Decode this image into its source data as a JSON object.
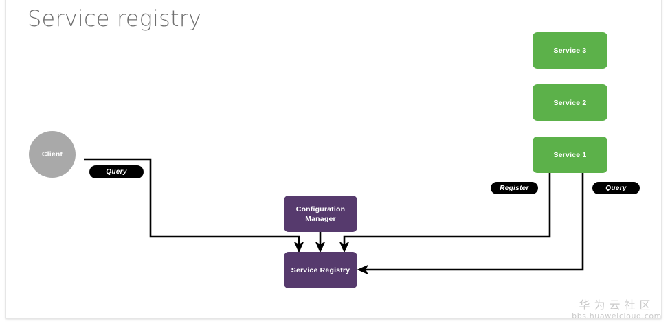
{
  "page": {
    "title": "Service registry",
    "background": "#ffffff",
    "card_border": "#e6e6e6"
  },
  "colors": {
    "service_green": "#5cb14a",
    "registry_purple": "#563a6d",
    "client_gray": "#a9a9a9",
    "edge_black": "#000000",
    "label_pill": "#000000",
    "title_gray": "#6f6f6f",
    "watermark_gray": "#c9c9c9"
  },
  "nodes": {
    "client": {
      "label": "Client",
      "shape": "circle"
    },
    "service1": {
      "label": "Service 1",
      "shape": "rounded-rect"
    },
    "service2": {
      "label": "Service 2",
      "shape": "rounded-rect"
    },
    "service3": {
      "label": "Service 3",
      "shape": "rounded-rect"
    },
    "config_manager": {
      "label": "Configuration\nManager",
      "line1": "Configuration",
      "line2": "Manager",
      "shape": "rounded-rect"
    },
    "service_registry": {
      "label": "Service Registry",
      "shape": "rounded-rect"
    }
  },
  "edge_labels": {
    "client_query": "Query",
    "service1_register": "Register",
    "service1_query": "Query"
  },
  "edges": [
    {
      "from": "client",
      "to": "service_registry",
      "label": "Query",
      "arrow": "down-into-registry-left"
    },
    {
      "from": "config_manager",
      "to": "service_registry",
      "label": "",
      "arrow": "down-into-registry"
    },
    {
      "from": "service1",
      "to": "service_registry",
      "label": "Register",
      "arrow": "down-into-registry-right"
    },
    {
      "from": "service1",
      "to": "service_registry",
      "label": "Query",
      "arrow": "left-into-registry-side"
    }
  ],
  "watermark": {
    "chinese": "华为云社区",
    "url": "bbs.huaweicloud.com"
  }
}
